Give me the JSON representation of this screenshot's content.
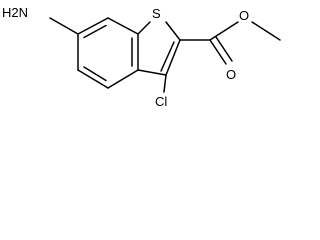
{
  "structure": {
    "atoms": {
      "amine": "H2N",
      "sulfur": "S",
      "chlorine": "Cl",
      "carbonyl_oxygen": "O",
      "ester_oxygen": "O"
    }
  }
}
